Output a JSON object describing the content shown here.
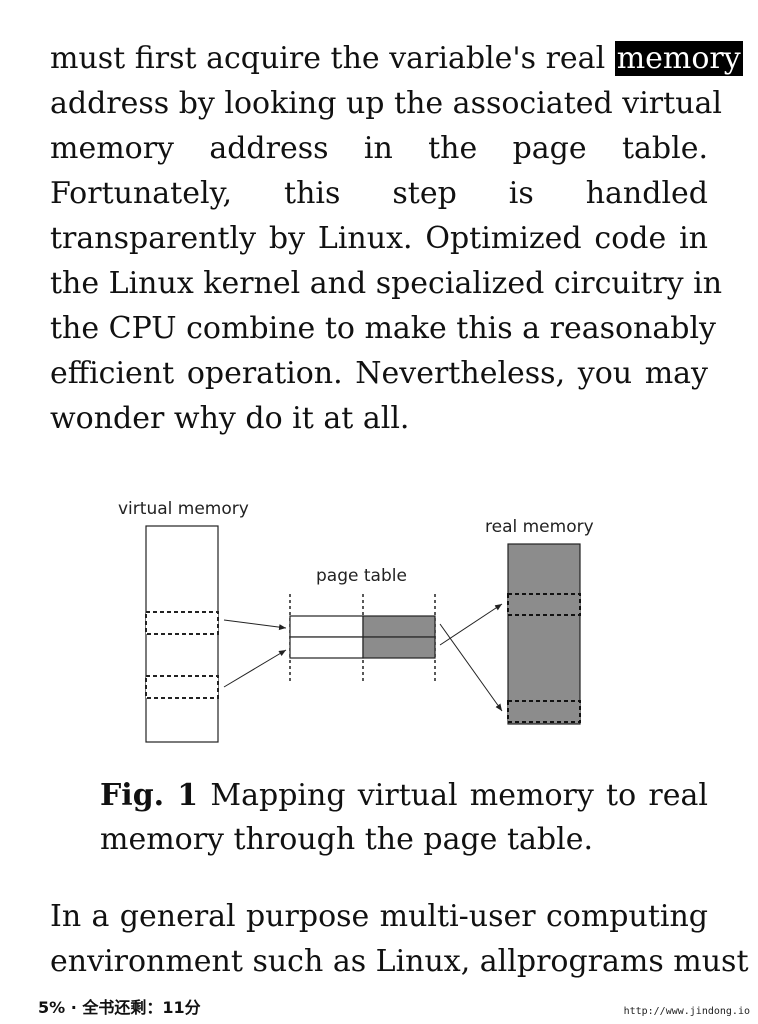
{
  "paragraph1": {
    "line1_pre": "must first acquire the variable's real",
    "line1_highlight": "memory",
    "lines": [
      "address by looking up the associated virtual",
      "memory address in the page table.",
      "Fortunately, this step is handled",
      "transparently by Linux. Optimized code in",
      "the Linux kernel and specialized circuitry in",
      "the CPU combine to make this a reasonably",
      "efficient operation. Nevertheless, you may",
      "wonder why do it at all."
    ]
  },
  "figure": {
    "virtual_label": "virtual memory",
    "page_table_label": "page table",
    "real_label": "real memory",
    "colors": {
      "real_fill": "#8c8c8c",
      "line": "#222222"
    }
  },
  "caption": {
    "fig_label": "Fig. 1",
    "line1_rest": "Mapping virtual memory to real",
    "line2": "memory through the page table."
  },
  "paragraph2": {
    "lines": [
      "In a general purpose multi-user computing",
      "environment such as Linux, allprograms must"
    ]
  },
  "footer": {
    "progress": "5% · 全书还剩：11分",
    "url": "http://www.jindong.io"
  }
}
